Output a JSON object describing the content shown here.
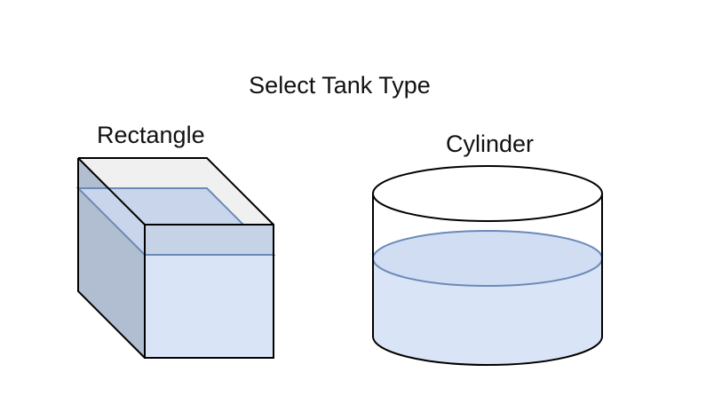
{
  "heading": "Select Tank Type",
  "options": [
    {
      "label": "Rectangle",
      "icon": "rectangular-tank-icon"
    },
    {
      "label": "Cylinder",
      "icon": "cylindrical-tank-icon"
    }
  ],
  "colors": {
    "water_fill": "#d9e5f7",
    "water_edge": "#6a8ab8",
    "side_face": "#b1bdd0",
    "top_face": "#f0f0f0",
    "outline": "#000000"
  }
}
